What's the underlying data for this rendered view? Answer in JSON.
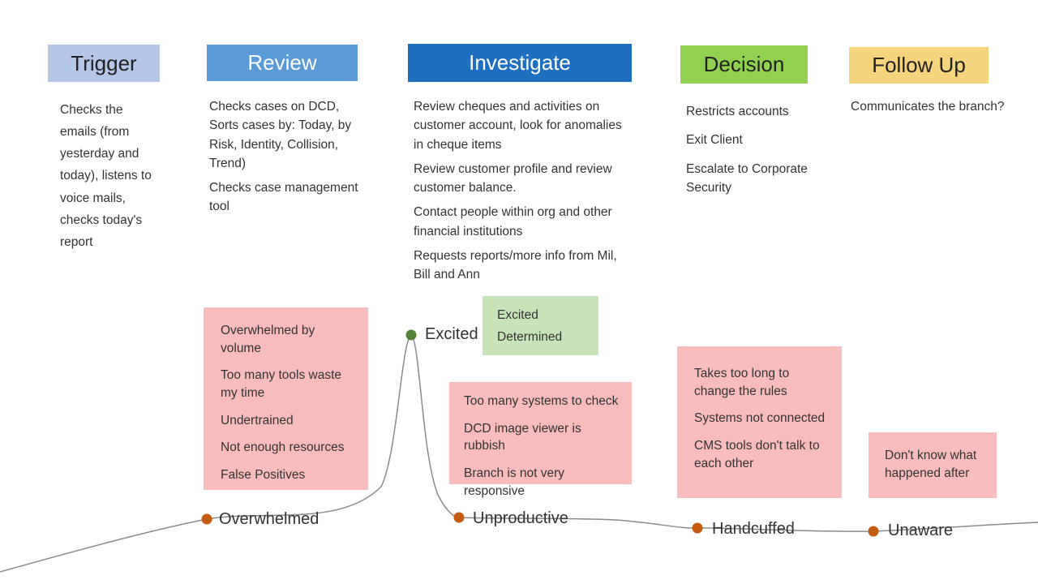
{
  "stages": [
    {
      "title": "Trigger",
      "color": "#b4c7e7",
      "items": [
        "Checks the emails (from yesterday and today), listens to voice mails, checks today's report"
      ]
    },
    {
      "title": "Review",
      "color": "#5b9bd5",
      "items": [
        "Checks cases on DCD, Sorts cases by: Today, by Risk, Identity, Collision, Trend)",
        "Checks case management tool"
      ]
    },
    {
      "title": "Investigate",
      "color": "#1f6fc0",
      "items": [
        "Review cheques and activities on customer account, look for anomalies in cheque items",
        "Review customer profile and review customer balance.",
        "Contact people within org and other financial institutions",
        "Requests reports/more info from Mil, Bill and Ann"
      ]
    },
    {
      "title": "Decision",
      "color": "#92d050",
      "items": [
        "Restricts accounts",
        "Exit Client",
        "Escalate to Corporate Security"
      ]
    },
    {
      "title": "Follow Up",
      "color": "#f4d47c",
      "items": [
        "Communicates the branch?"
      ]
    }
  ],
  "notes": {
    "review_pains": [
      "Overwhelmed by volume",
      "Too many tools waste my time",
      "Undertrained",
      "Not enough resources",
      "False Positives"
    ],
    "investigate_joys": [
      "Excited",
      "Determined"
    ],
    "investigate_pains": [
      "Too many systems to check",
      "DCD image viewer is rubbish",
      "Branch is not very responsive"
    ],
    "decision_pains": [
      "Takes too long to change the rules",
      "Systems  not connected",
      "CMS tools don't talk to each other"
    ],
    "followup_pains": [
      "Don't know what happened after"
    ]
  },
  "emotions": {
    "overwhelmed": "Overwhelmed",
    "excited": "Excited",
    "unproductive": "Unproductive",
    "handcuffed": "Handcuffed",
    "unaware": "Unaware"
  },
  "colors": {
    "curve": "#8a8a8a",
    "negative_dot": "#c55a11",
    "positive_dot": "#548235",
    "pain_note": "#f8bcbc",
    "joy_note": "#c6e3b9"
  }
}
